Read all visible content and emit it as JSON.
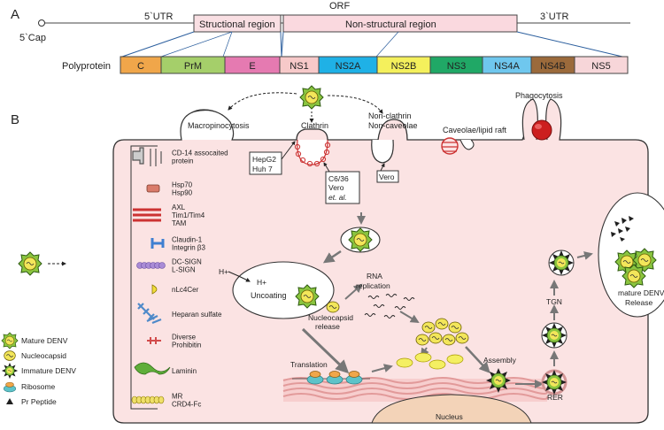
{
  "panel_a": {
    "label": "A",
    "utr5": "5`UTR",
    "orf": "ORF",
    "utr3": "3`UTR",
    "cap": "5`Cap",
    "structural": "Structional region",
    "nonstructural": "Non-structural region",
    "polyprotein_label": "Polyprotein",
    "segments": [
      {
        "label": "C",
        "color": "#f0a64a"
      },
      {
        "label": "PrM",
        "color": "#a5cf6a"
      },
      {
        "label": "E",
        "color": "#e57ab1"
      },
      {
        "label": "NS1",
        "color": "#f7c9c9"
      },
      {
        "label": "NS2A",
        "color": "#1fb1e6"
      },
      {
        "label": "NS2B",
        "color": "#f4f05c"
      },
      {
        "label": "NS3",
        "color": "#20a866"
      },
      {
        "label": "NS4A",
        "color": "#6fc7ee"
      },
      {
        "label": "NS4B",
        "color": "#9b6a3b"
      },
      {
        "label": "NS5",
        "color": "#f7d6d9"
      }
    ]
  },
  "panel_b": {
    "label": "B",
    "entry": {
      "macropinocytosis": "Macropinocytosis",
      "clathrin": "Clathrin",
      "nonclathrin1": "Non-clathrin",
      "nonclathrin2": "Non-caveolae",
      "caveolae": "Caveolae/lipid raft",
      "phagocytosis": "Phagocytosis"
    },
    "boxes": {
      "hepg2": "HepG2",
      "huh7": "Huh 7",
      "c636": "C6/36",
      "vero": "Vero",
      "etal": "et. al.",
      "vero2": "Vero"
    },
    "receptors": [
      {
        "line1": "CD-14 assocaited",
        "line2": "protein"
      },
      {
        "line1": "Hsp70",
        "line2": "Hsp90"
      },
      {
        "line1": "AXL",
        "line2": "Tim1/Tim4",
        "line3": "TAM"
      },
      {
        "line1": "Claudin-1",
        "line2": "Integrin β3"
      },
      {
        "line1": "DC-SIGN",
        "line2": "L-SIGN"
      },
      {
        "line1": "nLc4Cer",
        "line2": ""
      },
      {
        "line1": "Heparan sulfate",
        "line2": ""
      },
      {
        "line1": "Diverse",
        "line2": "Prohibitin"
      },
      {
        "line1": "Laminin",
        "line2": ""
      },
      {
        "line1": "MR",
        "line2": "CRD4-Fc"
      }
    ],
    "legend": [
      {
        "label": "Mature DENV",
        "icon": "mature-denv-icon"
      },
      {
        "label": "Nucleocapsid",
        "icon": "nucleocapsid-icon"
      },
      {
        "label": "Immature DENV",
        "icon": "immature-denv-icon"
      },
      {
        "label": "Ribosome",
        "icon": "ribosome-icon"
      },
      {
        "label": "Pr Peptide",
        "icon": "pr-peptide-icon"
      }
    ],
    "cell": {
      "hplus_out": "H+",
      "hplus_in": "H+",
      "uncoating": "Uncoating",
      "nucleocapsid_release1": "Nucleocapsid",
      "nucleocapsid_release2": "release",
      "rna1": "RNA",
      "rna2": "replication",
      "translation": "Translation",
      "assembly": "Assembly",
      "rer": "RER",
      "tgn": "TGN",
      "mature1": "mature DENV",
      "mature2": "Release",
      "nucleus": "Nucleus"
    }
  }
}
